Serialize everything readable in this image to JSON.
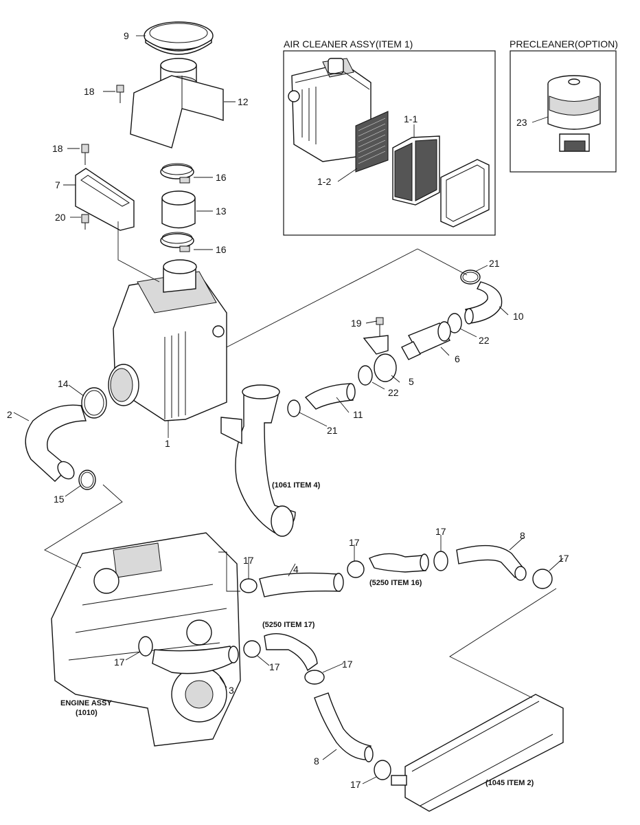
{
  "boxes": {
    "air_cleaner_title": "AIR CLEANER ASSY(ITEM 1)",
    "precleaner_title": "PRECLEANER(OPTION)"
  },
  "labels": {
    "l9": "9",
    "l12": "12",
    "l18a": "18",
    "l18b": "18",
    "l7": "7",
    "l20": "20",
    "l16a": "16",
    "l13": "13",
    "l16b": "16",
    "l1_1": "1-1",
    "l1_2": "1-2",
    "l23": "23",
    "l21a": "21",
    "l10": "10",
    "l19": "19",
    "l22a": "22",
    "l6": "6",
    "l5": "5",
    "l22b": "22",
    "l14": "14",
    "l2": "2",
    "l1": "1",
    "l11": "11",
    "l21b": "21",
    "l15": "15",
    "l17a": "17",
    "l4": "4",
    "l17b": "17",
    "l17c": "17",
    "l8a": "8",
    "l17d": "17",
    "l17e": "17",
    "l17f": "17",
    "l3": "3",
    "l17g": "17",
    "l8b": "8",
    "l17h": "17"
  },
  "refs": {
    "r1061": "(1061 ITEM 4)",
    "r5250_16": "(5250 ITEM 16)",
    "r5250_17": "(5250 ITEM 17)",
    "r1045": "(1045 ITEM 2)",
    "engine_line1": "ENGINE ASSY",
    "engine_line2": "(1010)"
  }
}
